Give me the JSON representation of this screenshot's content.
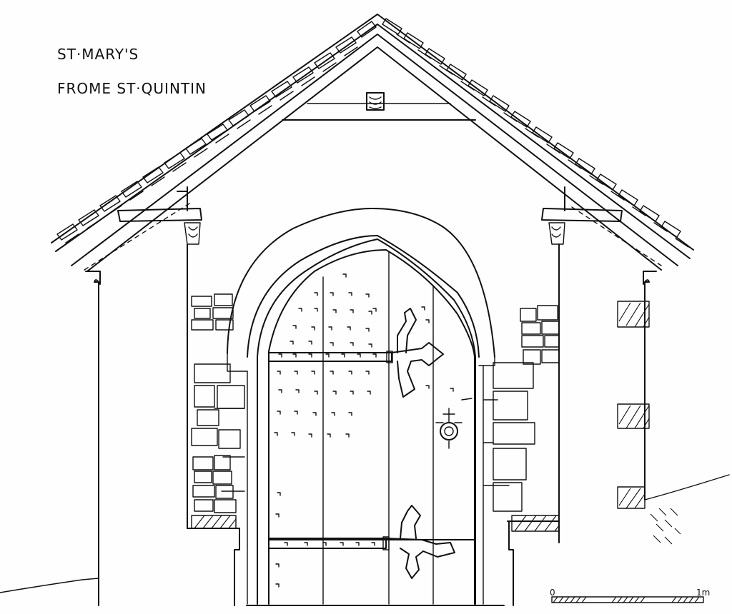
{
  "title": {
    "line1": "ST·MARY'S",
    "line2": "FROME ST·QUINTIN"
  },
  "scale_bar": {
    "start_label": "0",
    "end_label": "1m"
  },
  "colors": {
    "ink": "#111111",
    "paper": "#fefefe"
  }
}
